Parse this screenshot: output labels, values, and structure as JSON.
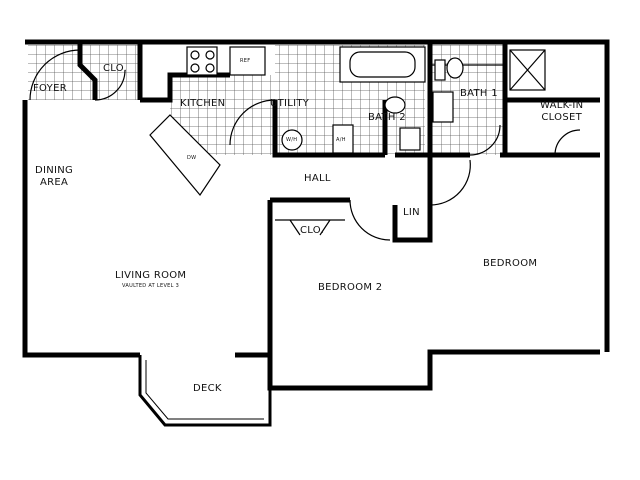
{
  "rooms": {
    "foyer": "FOYER",
    "foyer_closet": "CLO.",
    "kitchen": "KITCHEN",
    "utility": "UTILITY",
    "dining_line1": "DINING",
    "dining_line2": "AREA",
    "hall": "HALL",
    "bath2": "BATH 2",
    "bath1": "BATH 1",
    "walkin_line1": "WALK-IN",
    "walkin_line2": "CLOSET",
    "linen": "LIN",
    "bedroom2_closet": "CLO.",
    "bedroom2": "BEDROOM 2",
    "bedroom": "BEDROOM",
    "living_room": "LIVING ROOM",
    "living_note": "VAULTED AT LEVEL 3",
    "deck": "DECK"
  },
  "fixtures": {
    "dishwasher": "DW",
    "water_heater": "W/H",
    "air_handler": "A/H",
    "refrigerator": "REF"
  },
  "colors": {
    "wall": "#000000",
    "tile": "#555555"
  }
}
